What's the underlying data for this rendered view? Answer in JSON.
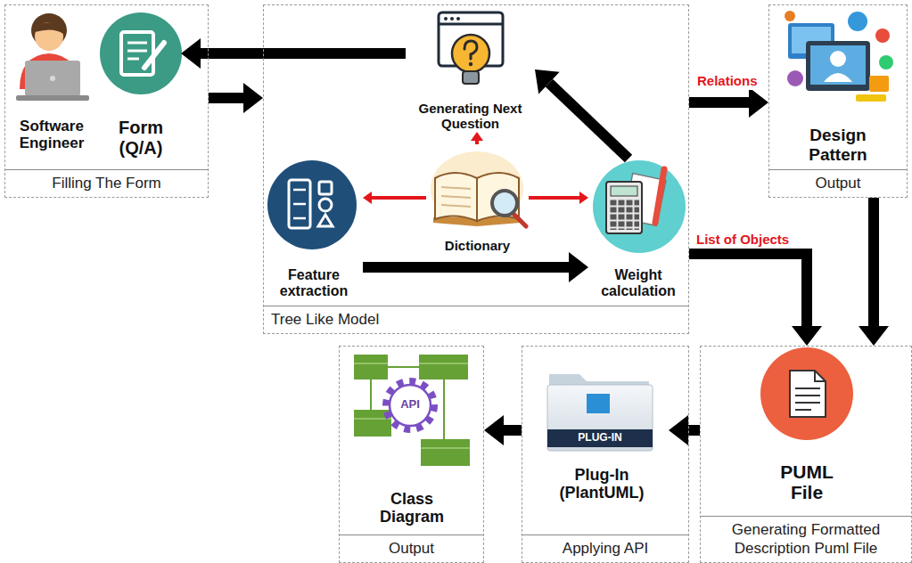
{
  "diagram": {
    "nodes": [
      {
        "text": [
          "Filling The Form"
        ]
      },
      {
        "text": [
          "Software Engineer"
        ],
        "in": 0
      },
      {
        "text": [
          "Form (Q/A)"
        ],
        "in": 0
      },
      {
        "text": [
          "Tree Like Model"
        ]
      },
      {
        "text": [
          "Generating Next Question"
        ],
        "in": 3
      },
      {
        "text": [
          "Dictionary"
        ],
        "in": 3
      },
      {
        "text": [
          "Feature extraction"
        ],
        "in": 3
      },
      {
        "text": [
          "Weight calculation"
        ],
        "in": 3
      },
      {
        "text": [
          "Output"
        ]
      },
      {
        "text": [
          "Design Pattern"
        ],
        "in": 8
      },
      {
        "text": [
          "Generating Formatted Description Puml File"
        ]
      },
      {
        "text": [
          "PUML File"
        ],
        "in": 10
      },
      {
        "text": [
          "Applying API"
        ]
      },
      {
        "text": [
          "Plug-In (PlantUML)"
        ],
        "in": 12
      },
      {
        "text": [
          "Output"
        ]
      },
      {
        "text": [
          "Class Diagram"
        ],
        "in": 14
      }
    ],
    "edges": [
      {
        "from": 4,
        "to": 2,
        "arrow": "to"
      },
      {
        "from": 0,
        "to": 3,
        "arrow": "to"
      },
      {
        "from": 5,
        "to": 4,
        "arrow": "to"
      },
      {
        "from": 5,
        "to": 6,
        "arrow": "to"
      },
      {
        "from": 5,
        "to": 7,
        "arrow": "to"
      },
      {
        "from": 6,
        "to": 7,
        "arrow": "to"
      },
      {
        "from": 7,
        "to": 4,
        "arrow": "to"
      },
      {
        "from": 3,
        "to": 8,
        "label": "Relations",
        "arrow": "to"
      },
      {
        "from": 3,
        "to": 10,
        "label": "List of Objects",
        "arrow": "to"
      },
      {
        "from": 8,
        "to": 10,
        "arrow": "to"
      },
      {
        "from": 10,
        "to": 13,
        "arrow": "to"
      },
      {
        "from": 12,
        "to": 14,
        "arrow": "to"
      }
    ],
    "labels": [
      "API",
      "PLUG-IN"
    ]
  }
}
